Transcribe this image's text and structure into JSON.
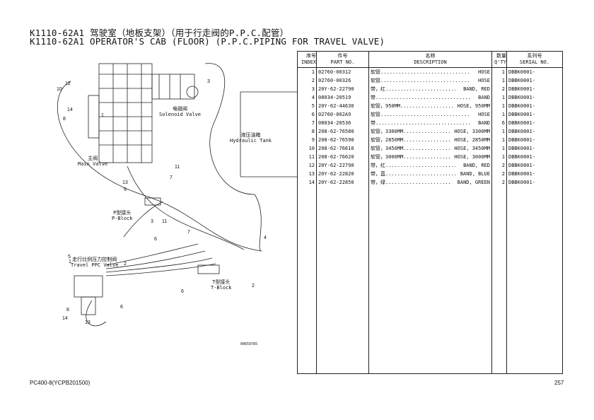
{
  "title_cn": "K1110-62A1 驾驶室（地板支架）（用于行走阀的P.P.C.配管）",
  "title_en": "K1110-62A1 OPERATOR'S CAB (FLOOR) (P.P.C.PIPING FOR TRAVEL VALVE)",
  "drawing": {
    "labels": {
      "solenoid_cn": "电磁阀",
      "solenoid_en": "Solenoid Valve",
      "tank_cn": "液压油箱",
      "tank_en": "Hydraulic Tank",
      "main_cn": "主阀",
      "main_en": "Main Valve",
      "pblock_cn": "P型接头",
      "pblock_en": "P-Block",
      "ppc_cn": "走行比例压力控制阀",
      "ppc_en": "Travel PPC Valve",
      "tblock_cn": "T型接头",
      "tblock_en": "T-Block",
      "code": "00659785"
    },
    "callouts": [
      "3",
      "12",
      "10",
      "14",
      "8",
      "11",
      "9",
      "13",
      "7",
      "1",
      "3",
      "11",
      "6",
      "7",
      "4",
      "5",
      "1",
      "2",
      "6",
      "8",
      "14",
      "13",
      "6",
      "2"
    ]
  },
  "table": {
    "headers": [
      {
        "cn": "序号",
        "en": "INDEX"
      },
      {
        "cn": "件号",
        "en": "PART NO."
      },
      {
        "cn": "名称",
        "en": "DESCRIPTION"
      },
      {
        "cn": "数量",
        "en": "Q'TY"
      },
      {
        "cn": "系列号",
        "en": "SERIAL NO."
      }
    ],
    "rows": [
      {
        "index": "1",
        "part": "02760-00312",
        "cn": "软管..............................",
        "en": "HOSE",
        "qty": "1",
        "serial": "DBBK0001-"
      },
      {
        "index": "2",
        "part": "02760-00326",
        "cn": "软管..............................",
        "en": "HOSE",
        "qty": "1",
        "serial": "DBBK0001-"
      },
      {
        "index": "3",
        "part": "20Y-62-22790",
        "cn": "带，红........................",
        "en": "BAND, RED",
        "qty": "2",
        "serial": "DBBK0001-"
      },
      {
        "index": "4",
        "part": "08034-20519",
        "cn": "带................................",
        "en": "BAND",
        "qty": "1",
        "serial": "DBBK0001-"
      },
      {
        "index": "5",
        "part": "20Y-62-44630",
        "cn": "软管，950MM..................",
        "en": "HOSE, 950MM",
        "qty": "1",
        "serial": "DBBK0001-"
      },
      {
        "index": "6",
        "part": "02760-002A9",
        "cn": "软管..............................",
        "en": "HOSE",
        "qty": "1",
        "serial": "DBBK0001-"
      },
      {
        "index": "7",
        "part": "08034-20536",
        "cn": "带................................",
        "en": "BAND",
        "qty": "6",
        "serial": "DBBK0001-"
      },
      {
        "index": "8",
        "part": "208-62-76580",
        "cn": "软管，3300MM................",
        "en": "HOSE, 3300MM",
        "qty": "1",
        "serial": "DBBK0001-"
      },
      {
        "index": "9",
        "part": "208-62-76590",
        "cn": "软管，2850MM................",
        "en": "HOSE, 2850MM",
        "qty": "1",
        "serial": "DBBK0001-"
      },
      {
        "index": "10",
        "part": "208-62-76610",
        "cn": "软管，3450MM................",
        "en": "HOSE, 3450MM",
        "qty": "1",
        "serial": "DBBK0001-"
      },
      {
        "index": "11",
        "part": "208-62-76620",
        "cn": "软管，3000MM................",
        "en": "HOSE, 3000MM",
        "qty": "1",
        "serial": "DBBK0001-"
      },
      {
        "index": "12",
        "part": "20Y-62-22790",
        "cn": "带，红........................",
        "en": "BAND, RED",
        "qty": "2",
        "serial": "DBBK0001-"
      },
      {
        "index": "13",
        "part": "20Y-62-22820",
        "cn": "带，蓝........................",
        "en": "BAND, BLUE",
        "qty": "2",
        "serial": "DBBK0001-"
      },
      {
        "index": "14",
        "part": "20Y-62-22850",
        "cn": "带，绿......................",
        "en": "BAND, GREEN",
        "qty": "2",
        "serial": "DBBK0001-"
      }
    ]
  },
  "footer": {
    "model": "PC400-8(YCPB201500)",
    "page": "257"
  }
}
